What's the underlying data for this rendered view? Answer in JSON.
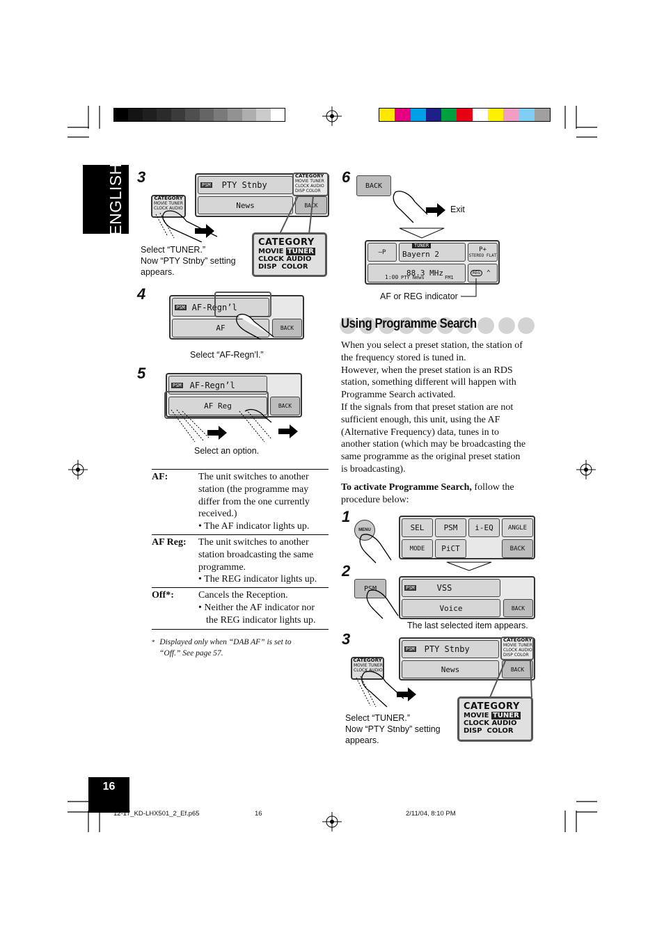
{
  "side_tab": {
    "label": "ENGLISH"
  },
  "page_number": "16",
  "footer": {
    "file": "12-17_KD-LHX501_2_Ef.p65",
    "page": "16",
    "timestamp": "2/11/04, 8:10 PM"
  },
  "colors": {
    "gray_bars": [
      "#000000",
      "#141414",
      "#1f1f1f",
      "#2b2b2b",
      "#3b3b3b",
      "#4f4f4f",
      "#656565",
      "#7a7a7a",
      "#929292",
      "#aeaeae",
      "#cbcbcb",
      "#ffffff"
    ],
    "color_bars": [
      "#ffe800",
      "#e4007f",
      "#00a0e9",
      "#1d2088",
      "#00a040",
      "#e60012",
      "#ffffff",
      "#fff100",
      "#f19ec2",
      "#7ecef4",
      "#9f9f9f"
    ]
  },
  "left": {
    "step3": {
      "number": "3",
      "screen": {
        "psm": "PSM",
        "title": "PTY Stnby",
        "sub": "News",
        "cat_lines": [
          "CATEGORY",
          "MOVIE TUNER",
          "CLOCK AUDIO",
          "DISP  COLOR"
        ],
        "back": "BACK"
      },
      "zoom": {
        "title": "CATEGORY",
        "row1a": "MOVIE",
        "row1b": "TUNER",
        "row2a": "CLOCK",
        "row2b": "AUDIO",
        "row3a": "DISP",
        "row3b": "COLOR"
      },
      "caption": [
        "Select “TUNER.”",
        "Now “PTY Stnby” setting",
        "appears."
      ]
    },
    "step4": {
      "number": "4",
      "screen": {
        "psm": "PSM",
        "title": "AF-Regn’l",
        "sub": "AF",
        "back": "BACK"
      },
      "caption": "Select “AF-Regn’l.”"
    },
    "step5": {
      "number": "5",
      "screen": {
        "psm": "PSM",
        "title": "AF-Regn’l",
        "sub": "AF Reg",
        "back": "BACK"
      },
      "caption": "Select an option."
    },
    "options": [
      {
        "term": "AF:",
        "desc": [
          "The unit switches to another",
          "station (the programme may",
          "differ from the one currently",
          "received.)"
        ],
        "bullet": "The AF indicator lights up."
      },
      {
        "term": "AF Reg:",
        "desc": [
          "The unit switches to another",
          "station broadcasting the same",
          "programme."
        ],
        "bullet": "The REG indicator lights up."
      },
      {
        "term": "Off*:",
        "desc": [
          "Cancels the Reception."
        ],
        "bullet": [
          "Neither the AF indicator nor",
          "the REG indicator lights up."
        ]
      }
    ],
    "footnote": {
      "mark": "*",
      "text": [
        "Displayed only when “DAB AF” is set to",
        "“Off.” See page 57."
      ]
    }
  },
  "right": {
    "step6": {
      "number": "6",
      "back_key": "BACK",
      "exit_label": "Exit",
      "tuner_screen": {
        "badge": "TUNER",
        "station": "Bayern 2",
        "freq": "88.3 MHz",
        "time": "1:00",
        "pty": "PTY News",
        "band": "FM1",
        "left_key": "–P",
        "right_key": "P+",
        "eq": "STEREO FLAT",
        "indicator": "REG"
      },
      "indicator_caption": "AF or REG indicator"
    },
    "heading": "Using Programme Search",
    "paragraphs": [
      [
        "When you select a preset station, the station of",
        "the frequency stored is tuned in."
      ],
      [
        "However, when the preset station is an RDS",
        "station, something different will happen with",
        "Programme Search activated."
      ],
      [
        "If the signals from that preset station are not",
        "sufficient enough, this unit, using the AF",
        "(Alternative Frequency) data, tunes in to",
        "another station (which may be broadcasting the",
        "same programme as the original preset station",
        "is broadcasting)."
      ]
    ],
    "activate": {
      "bold": "To activate Programme Search,",
      "rest": " follow the",
      "line2": "procedure below:"
    },
    "step1": {
      "number": "1",
      "menu_button": "MENU",
      "keys": [
        "SEL",
        "PSM",
        "i-EQ",
        "ANGLE",
        "MODE",
        "PiCT",
        "BACK"
      ]
    },
    "step2": {
      "number": "2",
      "psm_key": "PSM",
      "screen": {
        "psm": "PSM",
        "title": "VSS",
        "sub": "Voice",
        "back": "BACK"
      },
      "caption": "The last selected item appears."
    },
    "step3": {
      "number": "3",
      "screen": {
        "psm": "PSM",
        "title": "PTY Stnby",
        "sub": "News",
        "back": "BACK"
      },
      "zoom": {
        "title": "CATEGORY",
        "row1a": "MOVIE",
        "row1b": "TUNER",
        "row2a": "CLOCK",
        "row2b": "AUDIO",
        "row3a": "DISP",
        "row3b": "COLOR"
      },
      "caption": [
        "Select “TUNER.”",
        "Now “PTY Stnby” setting",
        "appears."
      ]
    }
  }
}
